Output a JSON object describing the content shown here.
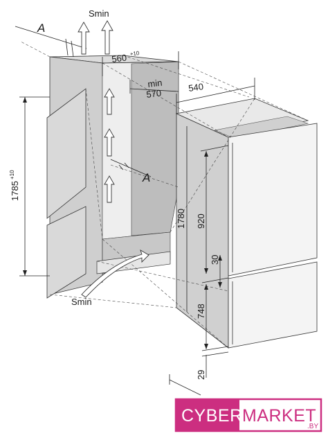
{
  "diagram": {
    "labels": {
      "smin_top": "Smin",
      "smin_bottom": "Smin",
      "a_top": "A",
      "a_middle": "A"
    },
    "dimensions": {
      "niche_width": "560",
      "niche_width_tol": "+10",
      "niche_depth_min_label": "min",
      "niche_depth_min": "570",
      "unit_depth": "540",
      "niche_height": "1785",
      "niche_height_tol": "+10",
      "unit_height": "1780",
      "upper_door": "920",
      "door_gap": "30",
      "lower_door": "748",
      "bottom_gap": "29"
    }
  },
  "logo": {
    "left_text": "CYBER",
    "right_text": "MARKET",
    "tld": ".BY",
    "colors": {
      "brand": "#cc2e80",
      "white": "#ffffff"
    }
  }
}
